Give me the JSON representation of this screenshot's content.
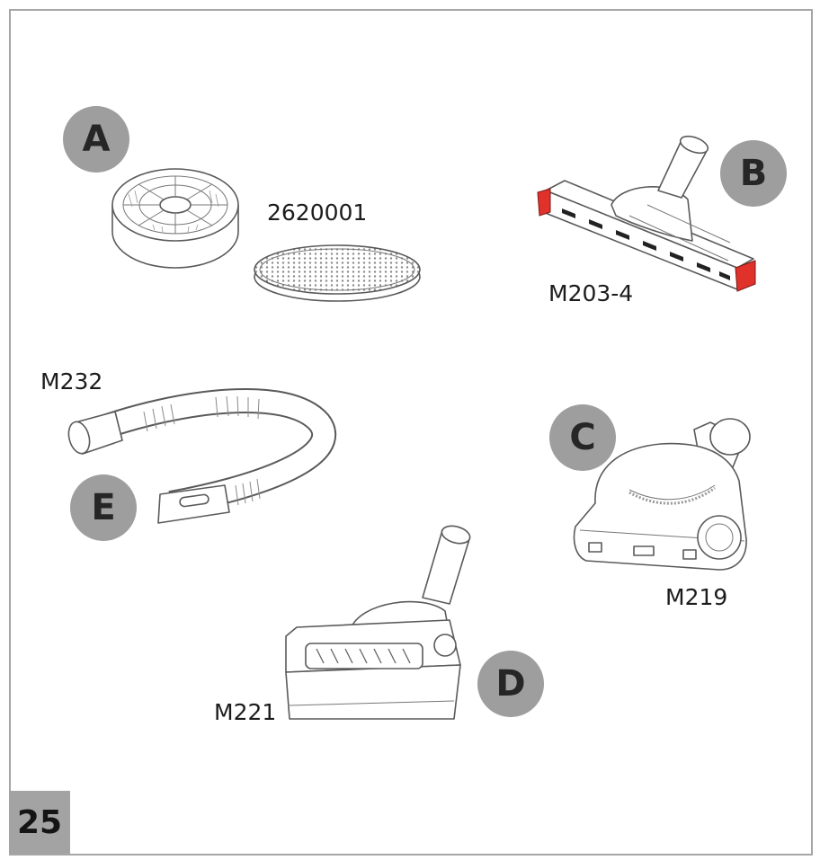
{
  "page_number": "25",
  "items": [
    {
      "letter": "A",
      "part": "2620001",
      "icon": "filter-set"
    },
    {
      "letter": "B",
      "part": "M203-4",
      "icon": "floor-brush"
    },
    {
      "letter": "C",
      "part": "M219",
      "icon": "turbo-brush"
    },
    {
      "letter": "D",
      "part": "M221",
      "icon": "mini-turbo-brush"
    },
    {
      "letter": "E",
      "part": "M232",
      "icon": "flexible-crevice-hose"
    }
  ],
  "colors": {
    "badge": "#9e9e9e",
    "badge_text": "#262626",
    "frame": "#a6a6a6",
    "accent_red": "#e0312b"
  }
}
